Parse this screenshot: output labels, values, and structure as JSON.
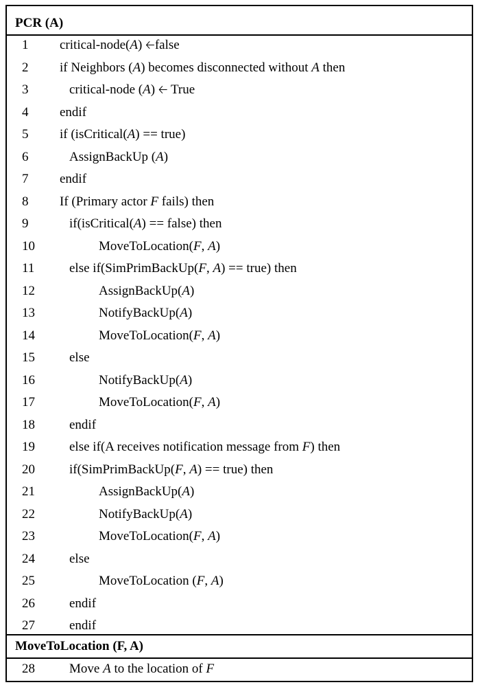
{
  "header1": "PCR (A)",
  "header2": "MoveToLocation (F, A)",
  "lines": [
    {
      "n": "1",
      "indent": 0,
      "parts": [
        {
          "t": "critical-node("
        },
        {
          "t": "A",
          "i": true
        },
        {
          "t": ") "
        },
        {
          "t": "🡠",
          "a": true
        },
        {
          "t": "false"
        }
      ]
    },
    {
      "n": "2",
      "indent": 0,
      "parts": [
        {
          "t": "if Neighbors ("
        },
        {
          "t": "A",
          "i": true
        },
        {
          "t": ") becomes disconnected without "
        },
        {
          "t": "A",
          "i": true
        },
        {
          "t": " then"
        }
      ]
    },
    {
      "n": "3",
      "indent": 1,
      "parts": [
        {
          "t": "critical-node ("
        },
        {
          "t": "A",
          "i": true
        },
        {
          "t": ") "
        },
        {
          "t": "🡠",
          "a": true
        },
        {
          "t": " True"
        }
      ]
    },
    {
      "n": "4",
      "indent": 0,
      "parts": [
        {
          "t": "endif"
        }
      ]
    },
    {
      "n": "5",
      "indent": 0,
      "parts": [
        {
          "t": "if (isCritical("
        },
        {
          "t": "A",
          "i": true
        },
        {
          "t": ") == true)"
        }
      ]
    },
    {
      "n": "6",
      "indent": 2,
      "parts": [
        {
          "t": "AssignBackUp ("
        },
        {
          "t": "A",
          "i": true
        },
        {
          "t": ")"
        }
      ]
    },
    {
      "n": "7",
      "indent": 0,
      "parts": [
        {
          "t": "endif"
        }
      ]
    },
    {
      "n": "8",
      "indent": 0,
      "parts": [
        {
          "t": "If (Primary actor "
        },
        {
          "t": "F",
          "i": true
        },
        {
          "t": " fails) then"
        }
      ]
    },
    {
      "n": "9",
      "indent": 1,
      "parts": [
        {
          "t": "if(isCritical("
        },
        {
          "t": "A",
          "i": true
        },
        {
          "t": ") == false) then"
        }
      ]
    },
    {
      "n": "10",
      "indent": 3,
      "parts": [
        {
          "t": "MoveToLocation("
        },
        {
          "t": "F",
          "i": true
        },
        {
          "t": ", "
        },
        {
          "t": "A",
          "i": true
        },
        {
          "t": ")"
        }
      ]
    },
    {
      "n": "11",
      "indent": 2,
      "parts": [
        {
          "t": "else if(SimPrimBackUp("
        },
        {
          "t": "F",
          "i": true
        },
        {
          "t": ", "
        },
        {
          "t": "A",
          "i": true
        },
        {
          "t": ") == true) then"
        }
      ]
    },
    {
      "n": "12",
      "indent": 3,
      "parts": [
        {
          "t": "AssignBackUp("
        },
        {
          "t": "A",
          "i": true
        },
        {
          "t": ")"
        }
      ]
    },
    {
      "n": "13",
      "indent": 3,
      "parts": [
        {
          "t": "NotifyBackUp("
        },
        {
          "t": "A",
          "i": true
        },
        {
          "t": ")"
        }
      ]
    },
    {
      "n": "14",
      "indent": 3,
      "parts": [
        {
          "t": "MoveToLocation("
        },
        {
          "t": "F",
          "i": true
        },
        {
          "t": ", "
        },
        {
          "t": "A",
          "i": true
        },
        {
          "t": ")"
        }
      ]
    },
    {
      "n": "15",
      "indent": 2,
      "parts": [
        {
          "t": "else"
        }
      ]
    },
    {
      "n": "16",
      "indent": 3,
      "parts": [
        {
          "t": "NotifyBackUp("
        },
        {
          "t": "A",
          "i": true
        },
        {
          "t": ")"
        }
      ]
    },
    {
      "n": "17",
      "indent": 3,
      "parts": [
        {
          "t": "MoveToLocation("
        },
        {
          "t": "F",
          "i": true
        },
        {
          "t": ", "
        },
        {
          "t": "A",
          "i": true
        },
        {
          "t": ")"
        }
      ]
    },
    {
      "n": "18",
      "indent": 2,
      "parts": [
        {
          "t": "endif"
        }
      ]
    },
    {
      "n": "19",
      "indent": 2,
      "parts": [
        {
          "t": "else if(A receives notification message from "
        },
        {
          "t": "F",
          "i": true
        },
        {
          "t": ") then"
        }
      ]
    },
    {
      "n": "20",
      "indent": 2,
      "parts": [
        {
          "t": "if(SimPrimBackUp("
        },
        {
          "t": "F",
          "i": true
        },
        {
          "t": ", "
        },
        {
          "t": "A",
          "i": true
        },
        {
          "t": ") == true) then"
        }
      ]
    },
    {
      "n": "21",
      "indent": 3,
      "parts": [
        {
          "t": "AssignBackUp("
        },
        {
          "t": "A",
          "i": true
        },
        {
          "t": ")"
        }
      ]
    },
    {
      "n": "22",
      "indent": 3,
      "parts": [
        {
          "t": "NotifyBackUp("
        },
        {
          "t": "A",
          "i": true
        },
        {
          "t": ")"
        }
      ]
    },
    {
      "n": "23",
      "indent": 3,
      "parts": [
        {
          "t": "MoveToLocation("
        },
        {
          "t": "F",
          "i": true
        },
        {
          "t": ", "
        },
        {
          "t": "A",
          "i": true
        },
        {
          "t": ")"
        }
      ]
    },
    {
      "n": "24",
      "indent": 2,
      "parts": [
        {
          "t": "else"
        }
      ]
    },
    {
      "n": "25",
      "indent": 3,
      "parts": [
        {
          "t": "MoveToLocation ("
        },
        {
          "t": "F",
          "i": true
        },
        {
          "t": ", "
        },
        {
          "t": "A",
          "i": true
        },
        {
          "t": ")"
        }
      ]
    },
    {
      "n": "26",
      "indent": 2,
      "parts": [
        {
          "t": "endif"
        }
      ]
    },
    {
      "n": "27",
      "indent": 2,
      "parts": [
        {
          "t": "endif"
        }
      ]
    }
  ],
  "footer_line": {
    "n": "28",
    "indent": 2,
    "parts": [
      {
        "t": "Move "
      },
      {
        "t": "A",
        "i": true
      },
      {
        "t": " to the location of "
      },
      {
        "t": "F",
        "i": true
      }
    ]
  }
}
